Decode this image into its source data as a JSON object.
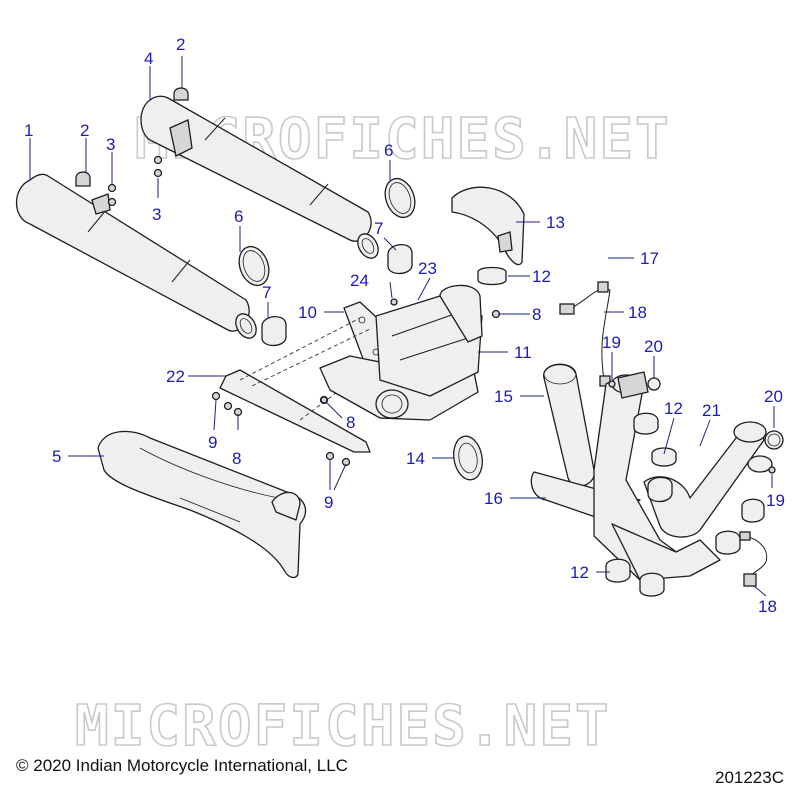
{
  "watermark": "MICROFICHES.NET",
  "copyright": "© 2020 Indian Motorcycle International, LLC",
  "drawing_number": "201223C",
  "callout_color": "#1c1cb4",
  "callouts": [
    "1",
    "2",
    "2",
    "3",
    "3",
    "4",
    "5",
    "6",
    "6",
    "7",
    "7",
    "8",
    "8",
    "8",
    "9",
    "9",
    "10",
    "11",
    "12",
    "12",
    "12",
    "13",
    "14",
    "15",
    "16",
    "17",
    "18",
    "18",
    "19",
    "19",
    "20",
    "20",
    "21",
    "22",
    "23",
    "24"
  ]
}
